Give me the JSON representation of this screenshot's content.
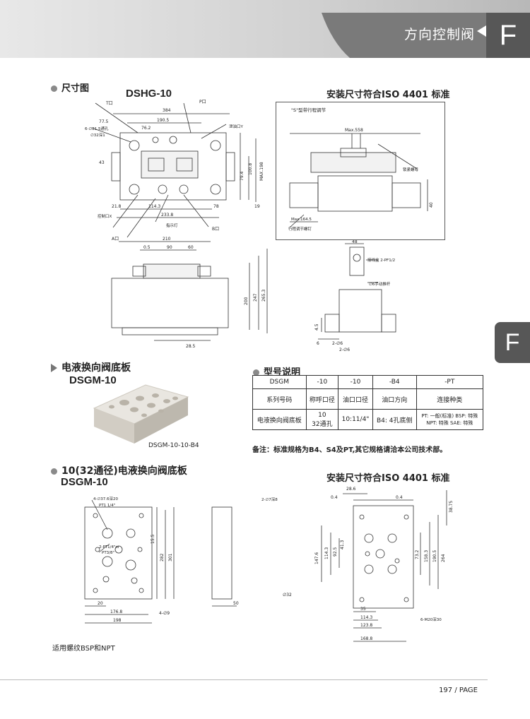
{
  "header": {
    "title": "方向控制阀",
    "letter": "F"
  },
  "side_tab": "F",
  "sections": {
    "dimensions": "尺寸图",
    "model_dshg": "DSHG-10",
    "iso_top": "安装尺寸符合ISO 4401 标准",
    "base_plate": "电液换向阀底板",
    "model_dsgm": "DSGM-10",
    "plate_caption": "DSGM-10-10-B4",
    "model_code": "型号说明",
    "base_plate_32": "10(32通径)电液换向阀底板",
    "model_dsgm_2": "DSGM-10",
    "iso_bottom": "安装尺寸符合ISO 4401 标准"
  },
  "drawing_labels": {
    "t_port": "T口",
    "p_port": "P口",
    "a_port": "A口",
    "b_port": "B口",
    "drain_y": "泄油口Y",
    "pilot_x": "控制口X",
    "indicator": "指示灯",
    "hole_spec_1": "6-∅21.5通孔",
    "hole_spec_2": "∅32深1",
    "s_type": "\"S\"型带行程调节",
    "max558": "Max.558",
    "lock_nut": "锁紧螺母",
    "max164": "Max.164.5",
    "stroke_screw": "行程调节螺钉",
    "terminal": "接线盒 2-PF1/2",
    "manual_rod": "∅6手动推杆",
    "bolt_spec_1": "4-∅37.6深20",
    "pt_spec": "PT1 1/4\"",
    "pt_spec_2": "2-PT1/4\"or",
    "pt_spec_3": "PT3/8\"",
    "hole_9": "4-∅9",
    "hole_7": "2-∅7深8",
    "m20": "6-M20深30",
    "d32": "∅32",
    "bsp_note": "适用螺纹BSP和NPT"
  },
  "dims": {
    "d384": "384",
    "d190_5": "190.5",
    "d77_5": "77.5",
    "d76_2": "76.2",
    "d43": "43",
    "d100_8": "100.8",
    "d79_4": "79.4",
    "d198": "MAX.198",
    "d19": "19",
    "d21_8": "21.8",
    "d114_3": "114.3",
    "d78": "78",
    "d233_8": "233.8",
    "d210": "210",
    "d0_5": "0.5",
    "d90": "90",
    "d60": "60",
    "d200": "200",
    "d247": "247",
    "d265_3": "265.3",
    "d28_5": "28.5",
    "d48": "48",
    "d40": "40",
    "d4_5": "4.5",
    "d6": "6",
    "d2_6a": "2-∅6",
    "d2_6b": "2-∅6",
    "d15_5": "15.5",
    "d282": "282",
    "d301": "301",
    "d20": "20",
    "d176_8": "176.8",
    "d198b": "198",
    "d50": "50",
    "d28_6": "28.6",
    "d0_4a": "0.4",
    "d0_4b": "0.4",
    "d38_75": "38.75",
    "d147_6": "147.6",
    "d114_3b": "114.3",
    "d92_5": "92.5",
    "d41_3": "41.3",
    "d35": "35",
    "d114_3c": "114.3",
    "d123_8": "123.8",
    "d168_8": "168.8",
    "d73_2": "73.2",
    "d158_3": "158.3",
    "d190_5b": "190.5",
    "d264": "264"
  },
  "table": {
    "header": [
      "DSGM",
      "-10",
      "-10",
      "-B4",
      "-PT"
    ],
    "row1": [
      "系列号码",
      "称呼口径",
      "油口口径",
      "油口方向",
      "连接种类"
    ],
    "row2": [
      "电液换向阀底板",
      "10\n32通孔",
      "10:11/4\"",
      "B4: 4孔底侧",
      "PT: 一般(标准) BSP: 特殊\nNPT: 特殊   SAE: 特殊"
    ]
  },
  "note": "备注：标准规格为B4、S4及PT,其它规格请洽本公司技术部。",
  "page": "197 / PAGE",
  "colors": {
    "header_dark": "#575757",
    "header_light": "#cfcfcf",
    "line": "#333333"
  }
}
